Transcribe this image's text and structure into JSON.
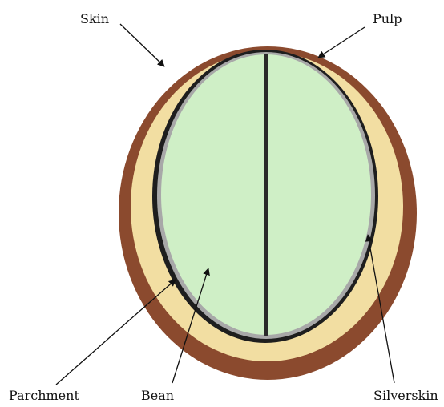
{
  "labels": {
    "skin": "Skin",
    "pulp": "Pulp",
    "parchment": "Parchment",
    "bean": "Bean",
    "silverskin": "Silverskin"
  },
  "colors": {
    "skin": "#8B4A2E",
    "pulp": "#F2DEA2",
    "parchment": "#1E1E1E",
    "silverskin": "#A8A8A8",
    "bean": "#CFEFC6",
    "divider": "#2A2A2A",
    "text": "#111111"
  }
}
